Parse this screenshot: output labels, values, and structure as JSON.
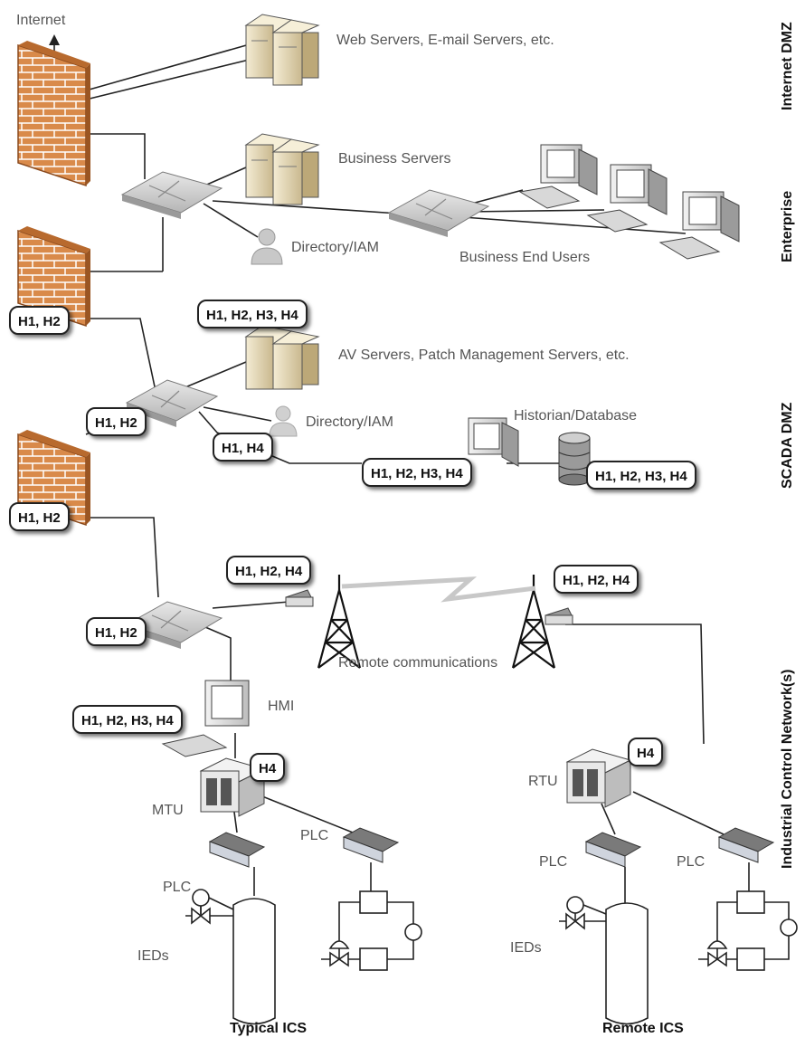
{
  "labels": {
    "internet": "Internet",
    "web_servers": "Web Servers, E-mail Servers, etc.",
    "business_servers": "Business Servers",
    "directory_iam_enterprise": "Directory/IAM",
    "business_end_users": "Business End Users",
    "av_servers": "AV Servers, Patch Management Servers, etc.",
    "directory_iam_scada": "Directory/IAM",
    "historian": "Historian/Database",
    "remote_comms": "Remote communications",
    "hmi": "HMI",
    "mtu": "MTU",
    "rtu": "RTU",
    "plc_1": "PLC",
    "plc_2": "PLC",
    "plc_3": "PLC",
    "plc_4": "PLC",
    "ieds_1": "IEDs",
    "ieds_2": "IEDs",
    "typical_ics": "Typical ICS",
    "remote_ics": "Remote ICS"
  },
  "zones": {
    "internet_dmz": "Internet DMZ",
    "enterprise": "Enterprise",
    "scada_dmz": "SCADA DMZ",
    "ics": "Industrial Control Network(s)"
  },
  "badges": {
    "fw2": "H1, H2",
    "av_servers": "H1, H2, H3, H4",
    "switch_scada": "H1, H2",
    "link_h1h4": "H1, H4",
    "historian_pc": "H1, H2, H3, H4",
    "database": "H1, H2, H3, H4",
    "fw3": "H1, H2",
    "modem_left": "H1, H2, H4",
    "modem_right": "H1, H2, H4",
    "switch_ics": "H1, H2",
    "hmi": "H1, H2, H3, H4",
    "mtu": "H4",
    "rtu": "H4"
  },
  "colors": {
    "firewall": "#d27a3a",
    "server": "#e9dcb8",
    "switch": "#cfcfcf",
    "line": "#222222"
  }
}
